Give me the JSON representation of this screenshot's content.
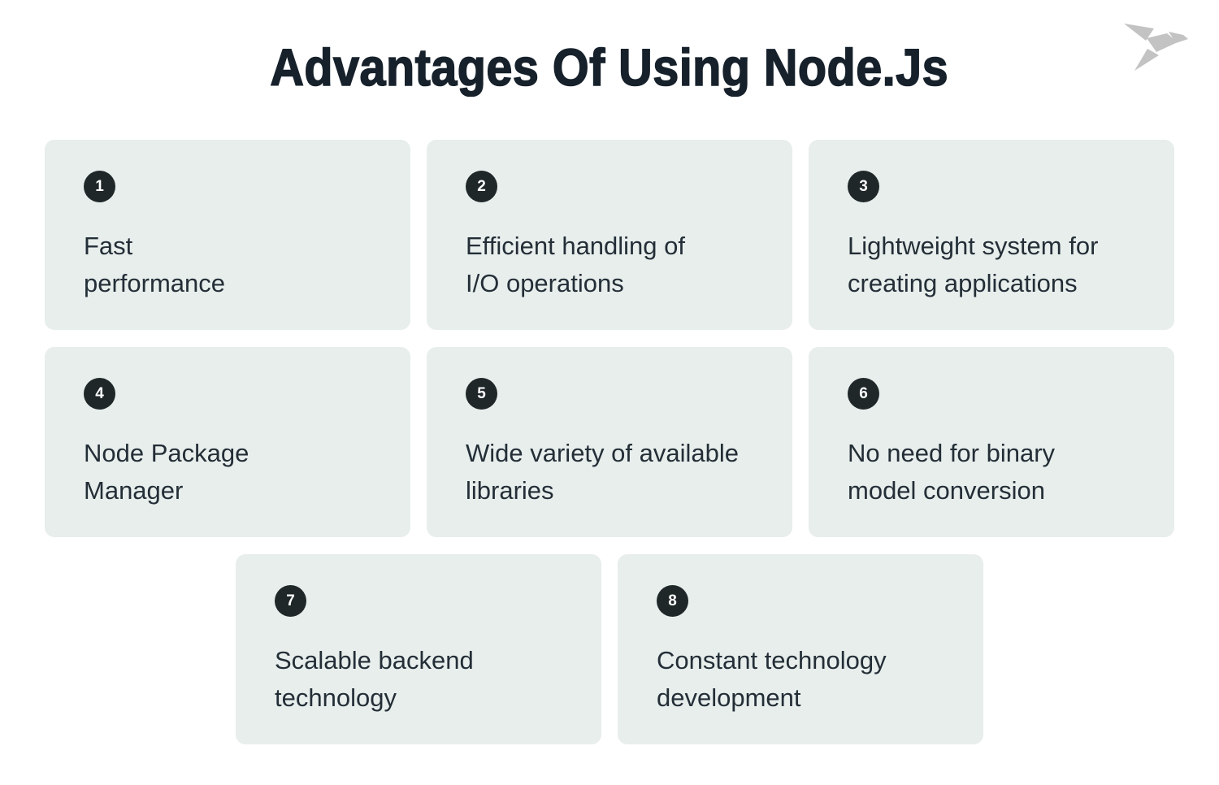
{
  "title": "Advantages Of Using Node.Js",
  "logo": {
    "icon": "origami-bird",
    "color": "#c3c3c3"
  },
  "colors": {
    "page_background": "#ffffff",
    "card_background": "#e7eeec",
    "badge_background": "#1f2729",
    "badge_text": "#ffffff",
    "card_text": "#242e37",
    "title_text": "#16212b"
  },
  "cards": [
    {
      "number": "1",
      "text": "Fast\nperformance"
    },
    {
      "number": "2",
      "text": "Efficient handling of\nI/O operations"
    },
    {
      "number": "3",
      "text": "Lightweight system for\ncreating applications"
    },
    {
      "number": "4",
      "text": "Node Package\nManager"
    },
    {
      "number": "5",
      "text": "Wide variety of available\nlibraries"
    },
    {
      "number": "6",
      "text": "No need for binary\nmodel conversion"
    },
    {
      "number": "7",
      "text": "Scalable backend\ntechnology"
    },
    {
      "number": "8",
      "text": "Constant technology\ndevelopment"
    }
  ]
}
